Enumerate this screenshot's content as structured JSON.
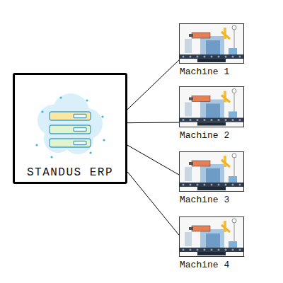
{
  "diagram": {
    "nodes": [
      {
        "text": [
          "STANDUS ERP"
        ]
      },
      {
        "text": [
          "Machine 1"
        ]
      },
      {
        "text": [
          "Machine 2"
        ]
      },
      {
        "text": [
          "Machine 3"
        ]
      },
      {
        "text": [
          "Machine 4"
        ]
      }
    ],
    "edges": [
      {
        "from": 0,
        "to": 1,
        "arrow": "none"
      },
      {
        "from": 0,
        "to": 2,
        "arrow": "none"
      },
      {
        "from": 0,
        "to": 3,
        "arrow": "none"
      },
      {
        "from": 0,
        "to": 4,
        "arrow": "none"
      }
    ]
  }
}
